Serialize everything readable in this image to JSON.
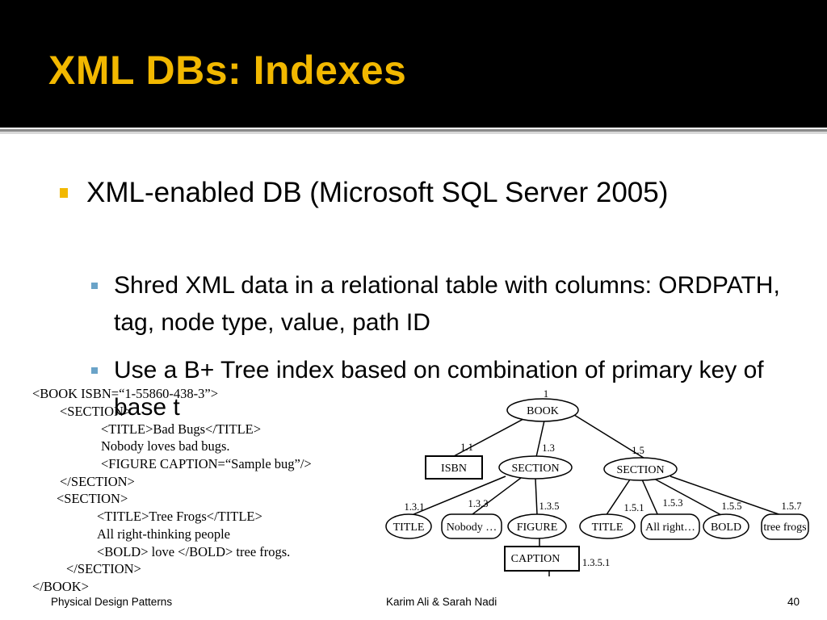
{
  "title": "XML DBs: Indexes",
  "bullets": {
    "level1": "XML-enabled DB (Microsoft SQL Server 2005)",
    "level2": [
      "Shred XML data in a relational table with columns: ORDPATH, tag, node type, value, path ID",
      "Use a B+ Tree index based on combination of primary key of base t"
    ]
  },
  "xml_listing": [
    "<BOOK ISBN=“1-55860-438-3”>",
    "<SECTION>",
    "<TITLE>Bad Bugs</TITLE>",
    "Nobody loves bad bugs.",
    "<FIGURE CAPTION=“Sample bug”/>",
    "</SECTION>",
    "<SECTION>",
    "<TITLE>Tree Frogs</TITLE>",
    "All right-thinking people",
    "<BOLD> love </BOLD> tree frogs.",
    "</SECTION>",
    "</BOOK>"
  ],
  "tree": {
    "nodes": {
      "book": {
        "label": "BOOK",
        "ordpath": "1"
      },
      "isbn": {
        "label": "ISBN",
        "ordpath": "1.1"
      },
      "section1": {
        "label": "SECTION",
        "ordpath": "1.3"
      },
      "section2": {
        "label": "SECTION",
        "ordpath": "1.5"
      },
      "title1": {
        "label": "TITLE",
        "ordpath": "1.3.1"
      },
      "nobody": {
        "label": "Nobody …",
        "ordpath": "1.3.3"
      },
      "figure": {
        "label": "FIGURE",
        "ordpath": "1.3.5"
      },
      "caption": {
        "label": "CAPTION",
        "ordpath": "1.3.5.1"
      },
      "title2": {
        "label": "TITLE",
        "ordpath": "1.5.1"
      },
      "allright": {
        "label": "All right…",
        "ordpath": "1.5.3"
      },
      "bold": {
        "label": "BOLD",
        "ordpath": "1.5.5"
      },
      "treefrogs": {
        "label": "tree frogs",
        "ordpath": "1.5.7"
      }
    }
  },
  "footer": {
    "left": "Physical Design Patterns",
    "center": "Karim Ali & Sarah Nadi",
    "page": "40"
  },
  "colors": {
    "title": "#f2b800",
    "bullet_l1": "#f2b800",
    "bullet_l2": "#6aa3c8",
    "header_bg": "#000000",
    "body_bg": "#ffffff"
  }
}
